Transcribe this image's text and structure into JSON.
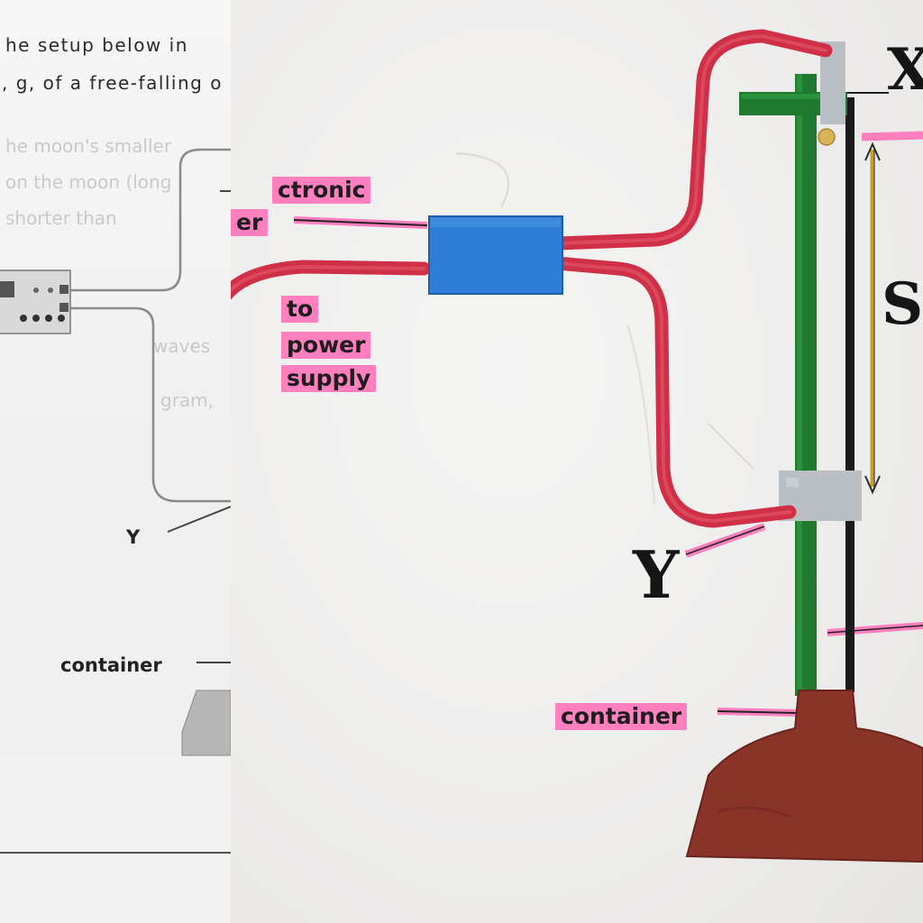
{
  "left_panel": {
    "intro_lines": [
      "he setup below in",
      ", g, of a free-falling o"
    ],
    "faded_lines": [
      "he moon's smaller",
      "on the moon (long",
      "shorter than",
      "waves",
      "gram,"
    ],
    "label_y": "Y",
    "label_container": "container"
  },
  "right_panel": {
    "tag_electronic": "ctronic",
    "tag_timer": "er",
    "tag_to": "to",
    "tag_power": "power",
    "tag_supply": "supply",
    "tag_container": "container",
    "letter_x": "X",
    "letter_s": "S",
    "letter_y": "Y"
  },
  "colors": {
    "wire": "#cf3048",
    "timer_box": "#2f7fd8",
    "stand": "#1f7a2f",
    "highlight": "#ff7fbf",
    "container": "#8a3328",
    "tape": "#b9bfc3",
    "gold_arrow": "#c8a028"
  }
}
